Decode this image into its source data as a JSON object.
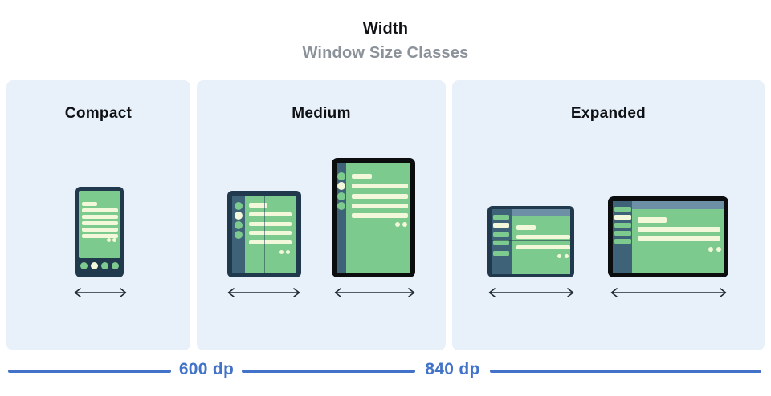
{
  "header": {
    "title": "Width",
    "subtitle": "Window Size Classes"
  },
  "panels": [
    {
      "label": "Compact",
      "devices": [
        "phone"
      ]
    },
    {
      "label": "Medium",
      "devices": [
        "foldable-open",
        "tablet-portrait"
      ]
    },
    {
      "label": "Expanded",
      "devices": [
        "foldable-landscape",
        "laptop-landscape"
      ]
    }
  ],
  "ruler": {
    "label_600": "600 dp",
    "label_840": "840 dp"
  },
  "icons": [
    "width-arrow-icon",
    "phone-illustration",
    "foldable-open-illustration",
    "tablet-portrait-illustration",
    "foldable-landscape-illustration",
    "laptop-landscape-illustration"
  ],
  "colors": {
    "panel_bg": "#E8F1F9",
    "screen_green": "#7CCA8D",
    "content_cream": "#F4F8DA",
    "frame_navy": "#21394C",
    "frame_black": "#0C0D0E",
    "sidebar_slate": "#3E6278",
    "header_strip": "#6D90A7",
    "ruler_blue": "#4273C8",
    "subtitle_gray": "#8C929A"
  }
}
